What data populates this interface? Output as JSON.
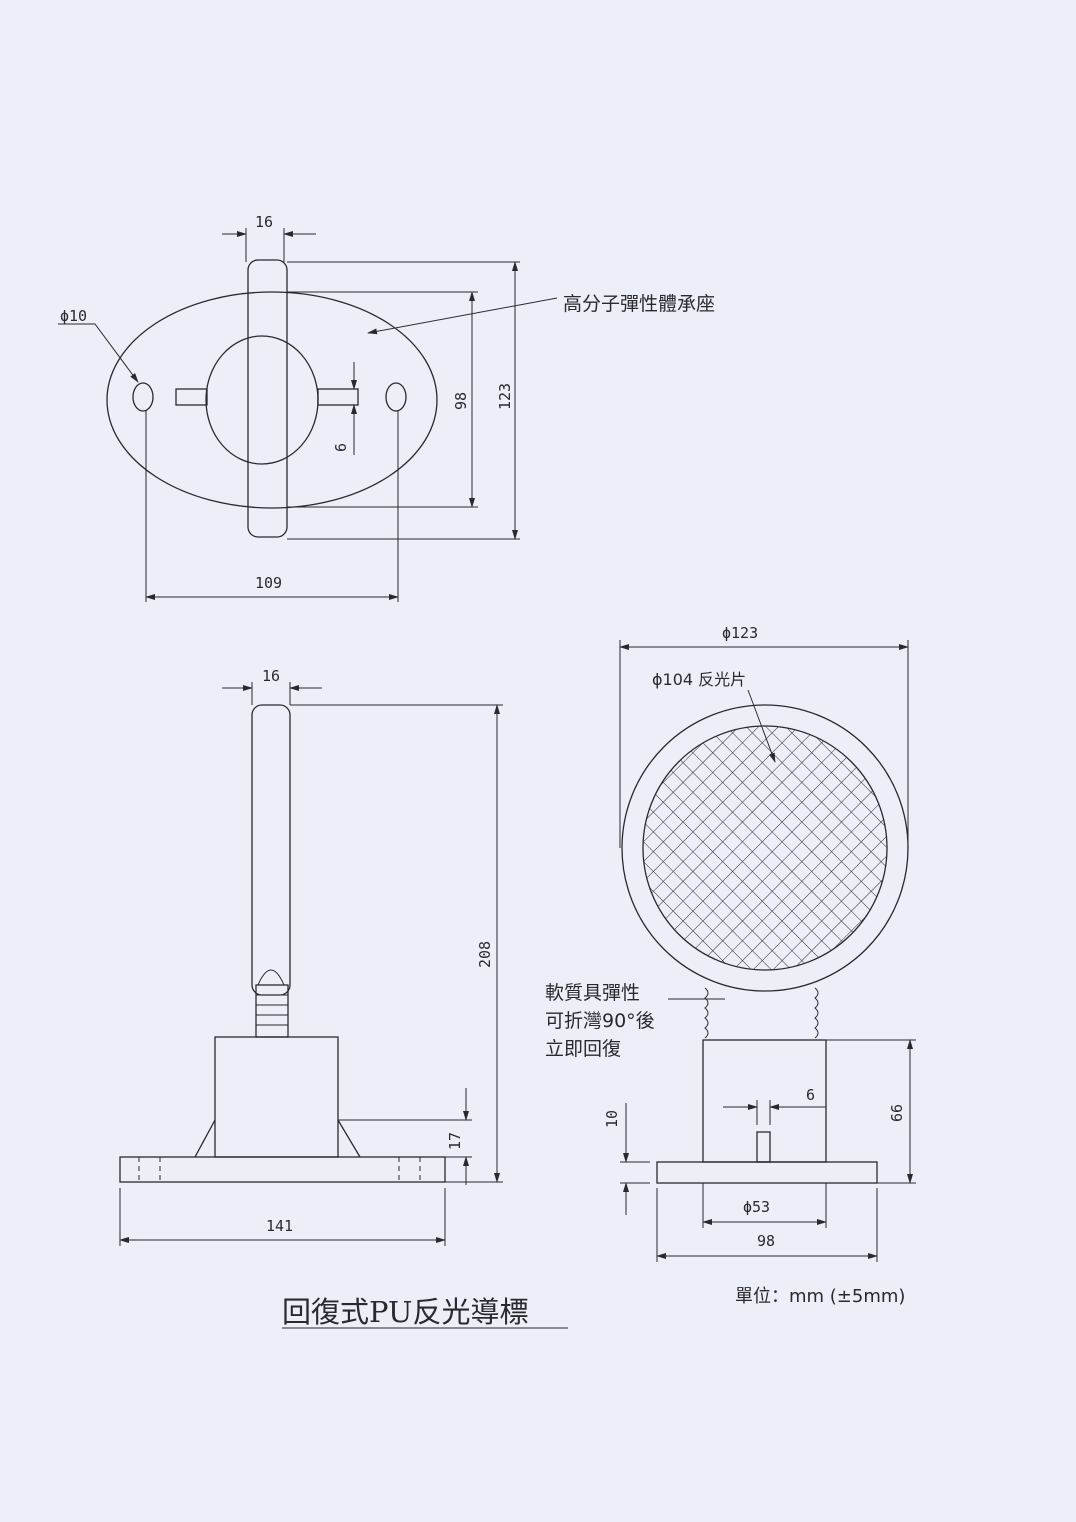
{
  "title": "回復式PU反光導標",
  "unit_note": "單位：mm (±5mm)",
  "top_view": {
    "width_label": "16",
    "hole_diameter": "ϕ10",
    "base_callout": "高分子彈性體承座",
    "inner_height": "98",
    "total_height": "123",
    "stub_width": "6",
    "hole_spacing": "109"
  },
  "side_view": {
    "width_label": "16",
    "total_height": "208",
    "fillet_height": "17",
    "base_length": "141"
  },
  "front_view": {
    "outer_diameter": "ϕ123",
    "reflector_label": "ϕ104 反光片",
    "bellows_note": [
      "軟質具彈性",
      "可折灣90°後",
      "立即回復"
    ],
    "body_height": "66",
    "slot_width": "6",
    "base_thickness": "10",
    "body_diameter": "ϕ53",
    "base_width": "98"
  }
}
